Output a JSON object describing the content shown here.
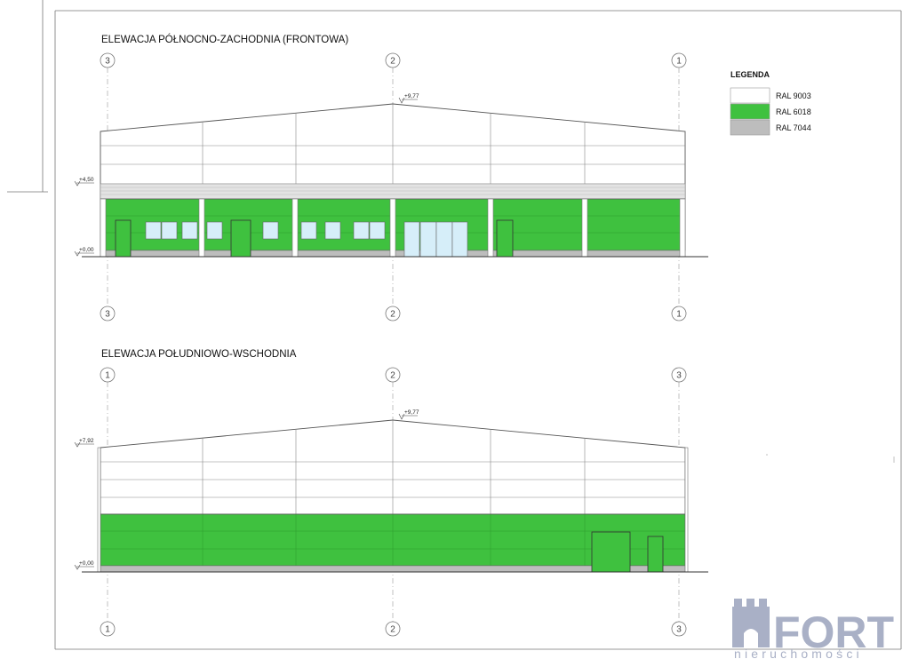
{
  "colors": {
    "ral9003": "#ffffff",
    "ral6018": "#3fc13f",
    "ral7044": "#bdbdbd",
    "line": "#555555",
    "watermark": "#a9b0c6"
  },
  "legend": {
    "title": "LEGENDA",
    "items": [
      {
        "label": "RAL 9003",
        "color": "#ffffff"
      },
      {
        "label": "RAL 6018",
        "color": "#3fc13f"
      },
      {
        "label": "RAL 7044",
        "color": "#bdbdbd"
      }
    ]
  },
  "elevation_nw": {
    "title": "ELEWACJA PÓŁNOCNO-ZACHODNIA (FRONTOWA)",
    "axes_top": [
      "3",
      "2",
      "1"
    ],
    "axes_bottom": [
      "3",
      "2",
      "1"
    ],
    "ridge_level": "+9,77",
    "eave_level": "+4,50",
    "ground_level": "+0,00"
  },
  "elevation_se": {
    "title": "ELEWACJA POŁUDNIOWO-WSCHODNIA",
    "axes_top": [
      "1",
      "2",
      "3"
    ],
    "axes_bottom": [
      "1",
      "2",
      "3"
    ],
    "ridge_level": "+9,77",
    "eave_level": "+7,92",
    "ground_level": "+0,00"
  },
  "watermark": {
    "brand": "FORT",
    "tagline": "nieruchomości",
    "icon": "castle-tower-icon"
  }
}
